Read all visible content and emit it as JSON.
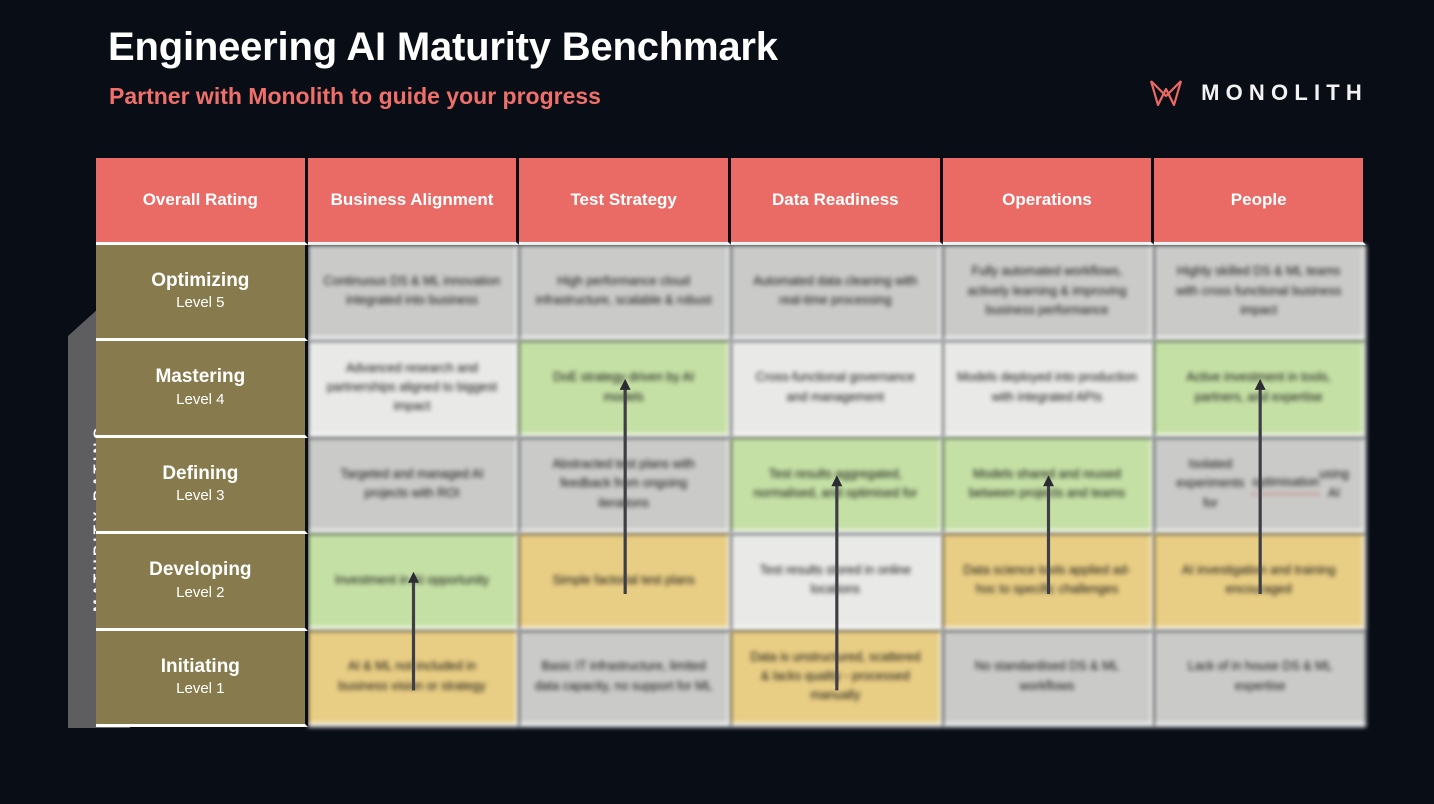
{
  "header": {
    "title": "Engineering AI Maturity Benchmark",
    "subtitle": "Partner with Monolith to guide your progress",
    "logo_word": "MONOLITH",
    "logo_mark": "monolith-butterfly-mark"
  },
  "axis": {
    "label": "MATURITY RATING",
    "icon": "up-arrow-shape"
  },
  "colors": {
    "background": "#080d16",
    "header_red": "#ea6a66",
    "level_olive": "#877b4e",
    "cell_grey_dark": "#cacbc9",
    "cell_grey_light": "#e9eae8",
    "highlight_green": "#c5e0a5",
    "highlight_amber": "#e8cd84",
    "accent_text": "#ef6f6b",
    "axis_grey": "#5c5c5e"
  },
  "table": {
    "columns": [
      "Overall Rating",
      "Business Alignment",
      "Test Strategy",
      "Data Readiness",
      "Operations",
      "People"
    ],
    "levels": [
      {
        "name": "Optimizing",
        "level": "Level 5"
      },
      {
        "name": "Mastering",
        "level": "Level 4"
      },
      {
        "name": "Defining",
        "level": "Level 3"
      },
      {
        "name": "Developing",
        "level": "Level 2"
      },
      {
        "name": "Initiating",
        "level": "Level 1"
      }
    ],
    "rows": [
      {
        "level_name": "Optimizing",
        "level_num": "Level 5",
        "cells": [
          {
            "text": "Continuous DS & ML innovation integrated into business",
            "tone": "grey-d"
          },
          {
            "text": "High performance cloud infrastructure, scalable & robust",
            "tone": "grey-d"
          },
          {
            "text": "Automated data cleaning with real-time processing",
            "tone": "grey-d"
          },
          {
            "text": "Fully automated workflows, actively learning & improving business performance",
            "tone": "grey-d"
          },
          {
            "text": "Highly skilled DS & ML teams with cross functional business impact",
            "tone": "grey-d"
          }
        ]
      },
      {
        "level_name": "Mastering",
        "level_num": "Level 4",
        "cells": [
          {
            "text": "Advanced research and partnerships aligned to biggest impact",
            "tone": "grey-l"
          },
          {
            "text": "DoE strategy driven by AI models",
            "tone": "green"
          },
          {
            "text": "Cross-functional governance and management",
            "tone": "grey-l"
          },
          {
            "text": "Models deployed into production with integrated APIs",
            "tone": "grey-l"
          },
          {
            "text": "Active investment in tools, partners, and expertise",
            "tone": "green"
          }
        ]
      },
      {
        "level_name": "Defining",
        "level_num": "Level 3",
        "cells": [
          {
            "text": "Targeted and managed AI projects with ROI",
            "tone": "grey-d"
          },
          {
            "text": "Abstracted test plans with feedback from ongoing iterations",
            "tone": "grey-d"
          },
          {
            "text": "Test results aggregated, normalised, and optimised for",
            "tone": "green"
          },
          {
            "text": "Models shared and reused between projects and teams",
            "tone": "green"
          },
          {
            "text": "Isolated experiments for optimisation using AI",
            "tone": "grey-d",
            "squiggle": "optimisation"
          }
        ]
      },
      {
        "level_name": "Developing",
        "level_num": "Level 2",
        "cells": [
          {
            "text": "Investment in AI opportunity",
            "tone": "green"
          },
          {
            "text": "Simple factorial test plans",
            "tone": "amber"
          },
          {
            "text": "Test results stored in online locations",
            "tone": "grey-l"
          },
          {
            "text": "Data science tools applied ad-hoc to specific challenges",
            "tone": "amber"
          },
          {
            "text": "AI investigation and training encouraged",
            "tone": "amber"
          }
        ]
      },
      {
        "level_name": "Initiating",
        "level_num": "Level 1",
        "cells": [
          {
            "text": "AI & ML not included in business vision or strategy",
            "tone": "amber"
          },
          {
            "text": "Basic IT infrastructure, limited data capacity, no support for ML",
            "tone": "grey-d"
          },
          {
            "text": "Data is unstructured, scattered & lacks quality - processed manually",
            "tone": "amber"
          },
          {
            "text": "No standardised DS & ML workflows",
            "tone": "grey-d"
          },
          {
            "text": "Lack of in house DS & ML expertise",
            "tone": "grey-d"
          }
        ]
      }
    ],
    "progress_arrows": [
      {
        "column": "Business Alignment",
        "from_level": 1,
        "to_level": 2
      },
      {
        "column": "Test Strategy",
        "from_level": 2,
        "to_level": 4
      },
      {
        "column": "Data Readiness",
        "from_level": 1,
        "to_level": 3
      },
      {
        "column": "Operations",
        "from_level": 2,
        "to_level": 3
      },
      {
        "column": "People",
        "from_level": 2,
        "to_level": 4
      }
    ]
  }
}
